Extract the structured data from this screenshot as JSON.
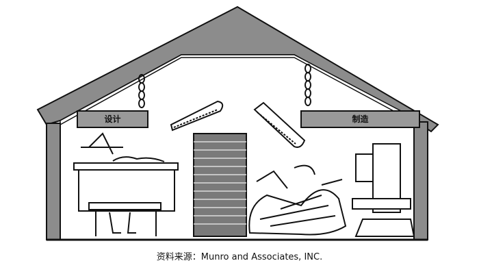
{
  "signs": {
    "design": "设计",
    "manufacturing": "制造"
  },
  "caption": "资料来源：Munro and Associates, INC.",
  "colors": {
    "roof": "#8a8a8a",
    "ink": "#111111",
    "brick": "#7a7a7a"
  }
}
